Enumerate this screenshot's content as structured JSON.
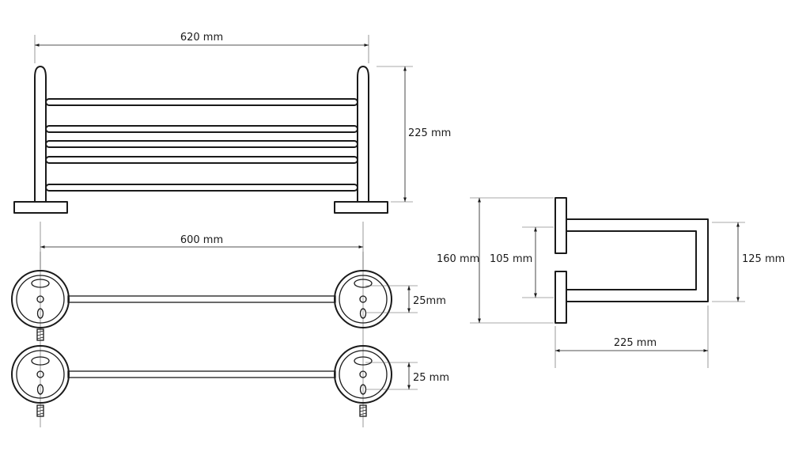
{
  "drawing": {
    "front_view": {
      "width_label": "620 mm",
      "height_label": "225 mm"
    },
    "top_view": {
      "span_label": "600 mm",
      "screw_spacing_upper_label": "25mm",
      "screw_spacing_lower_label": "25 mm"
    },
    "side_view": {
      "overall_height_label": "160 mm",
      "mount_spacing_label": "105 mm",
      "arm_height_label": "125 mm",
      "depth_label": "225 mm"
    }
  }
}
